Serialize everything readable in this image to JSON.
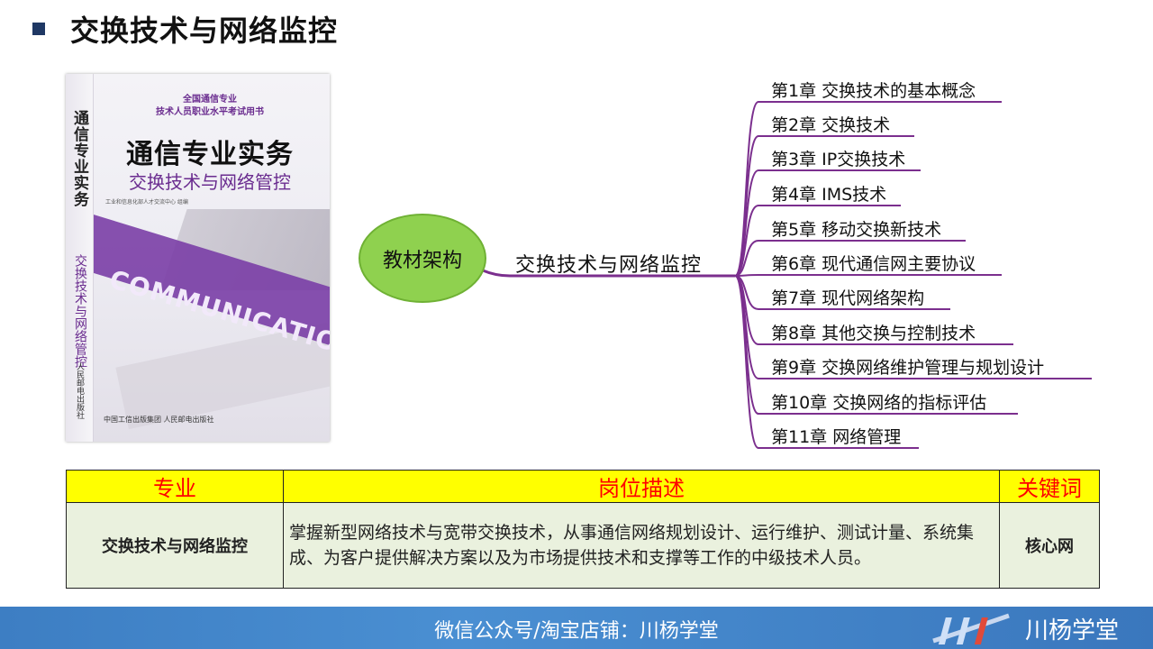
{
  "title": "交换技术与网络监控",
  "book": {
    "series_line1": "全国通信专业",
    "series_line2": "技术人员职业水平考试用书",
    "title": "通信专业实务",
    "subtitle": "交换技术与网络管控",
    "spine_title": "通信专业实务",
    "spine_subtitle": "交换技术与网络管控",
    "spine_publisher": "人民邮电出版社",
    "watermark": "COMMUNICATION",
    "authors": "工业和信息化部人才交流中心 组编",
    "publisher": "中国工信出版集团  人民邮电出版社"
  },
  "mindmap": {
    "root_label": "教材架构",
    "central_label": "交换技术与网络监控",
    "chapters": [
      "第1章  交换技术的基本概念",
      "第2章  交换技术",
      "第3章  IP交换技术",
      "第4章  IMS技术",
      "第5章  移动交换新技术",
      "第6章  现代通信网主要协议",
      "第7章  现代网络架构",
      "第8章  其他交换与控制技术",
      "第9章  交换网络维护管理与规划设计",
      "第10章  交换网络的指标评估",
      "第11章  网络管理"
    ]
  },
  "table": {
    "headers": [
      "专业",
      "岗位描述",
      "关键词"
    ],
    "row": {
      "major": "交换技术与网络监控",
      "description": "掌握新型网络技术与宽带交换技术，从事通信网络规划设计、运行维护、测试计量、系统集成、为客户提供解决方案以及为市场提供技术和支撑等工作的中级技术人员。",
      "keyword": "核心网"
    }
  },
  "footer": {
    "text": "微信公众号/淘宝店铺：川杨学堂",
    "logo_text": "川杨学堂"
  },
  "colors": {
    "branch_line": "#7b2f8e",
    "ellipse_fill": "#8fd14f",
    "header_bg": "#ffff00",
    "header_text": "#ff0000",
    "cell_bg": "#eaf1de",
    "footer_bg": "#3d7ec3"
  }
}
